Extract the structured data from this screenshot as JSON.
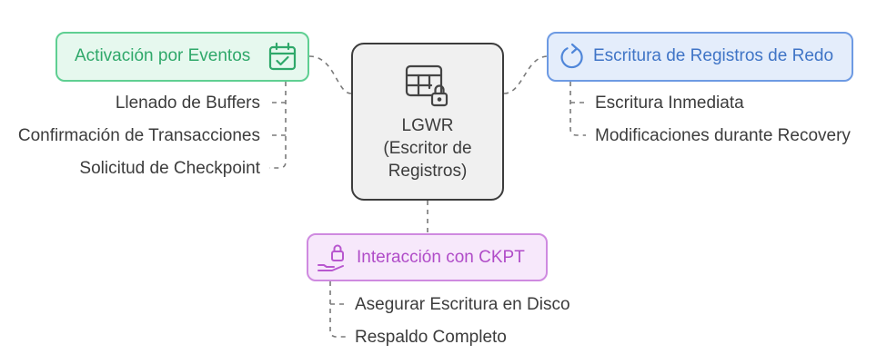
{
  "center": {
    "line1": "LGWR",
    "line2": "(Escritor de",
    "line3": "Registros)",
    "icon": "table-lock-icon"
  },
  "branches": {
    "activation": {
      "title": "Activación por Eventos",
      "icon": "calendar-check-icon",
      "color": "#3fbf7f",
      "items": [
        "Llenado de Buffers",
        "Confirmación de Transacciones",
        "Solicitud de Checkpoint"
      ]
    },
    "redo": {
      "title": "Escritura de Registros de Redo",
      "icon": "rotate-cw-icon",
      "color": "#4f86d9",
      "items": [
        "Escritura Inmediata",
        "Modificaciones durante Recovery"
      ]
    },
    "ckpt": {
      "title": "Interacción con CKPT",
      "icon": "hand-lock-icon",
      "color": "#c46ad8",
      "items": [
        "Asegurar Escritura en Disco",
        "Respaldo Completo"
      ]
    }
  }
}
